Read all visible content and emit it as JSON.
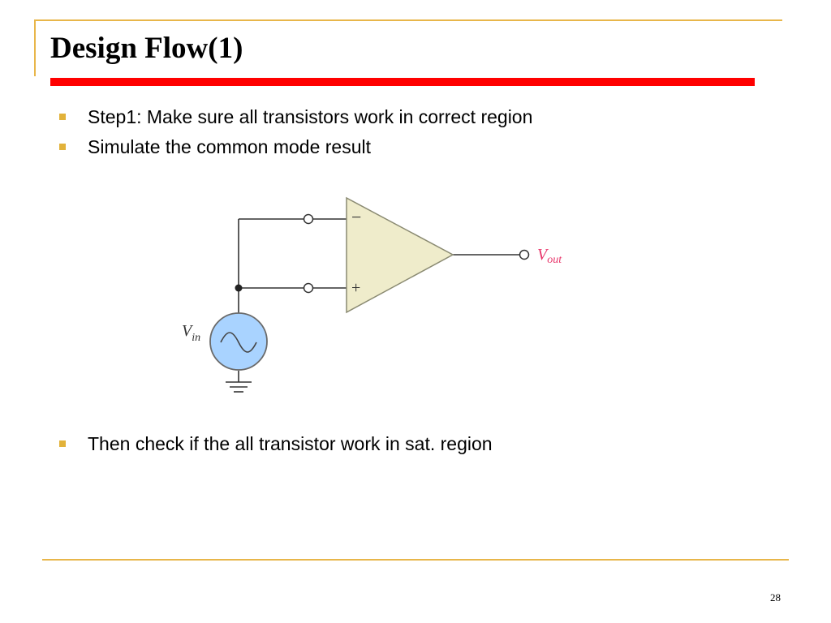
{
  "slide": {
    "title": "Design Flow(1)",
    "page_number": "28"
  },
  "bullets": [
    "Step1: Make sure all transistors work in correct region",
    "Simulate the common mode result"
  ],
  "bottom_bullet": "Then check if the all transistor work in sat. region",
  "circuit": {
    "minus_label": "−",
    "plus_label": "+",
    "vin_symbol": "V",
    "vin_subscript": "in",
    "vout_symbol": "V",
    "vout_subscript": "out"
  },
  "colors": {
    "accent_gold": "#e8b64a",
    "title_rule_red": "#ff0000",
    "opamp_fill": "#efeccb",
    "source_fill": "#a9d3ff",
    "vout_pink": "#e8356a"
  }
}
